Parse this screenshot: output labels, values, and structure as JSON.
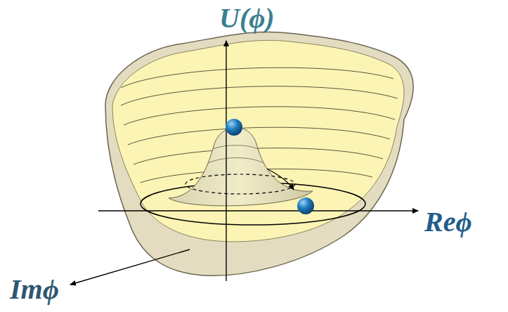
{
  "diagram": {
    "labels": [
      "U(ϕ)",
      "Reϕ",
      "Imϕ"
    ]
  }
}
